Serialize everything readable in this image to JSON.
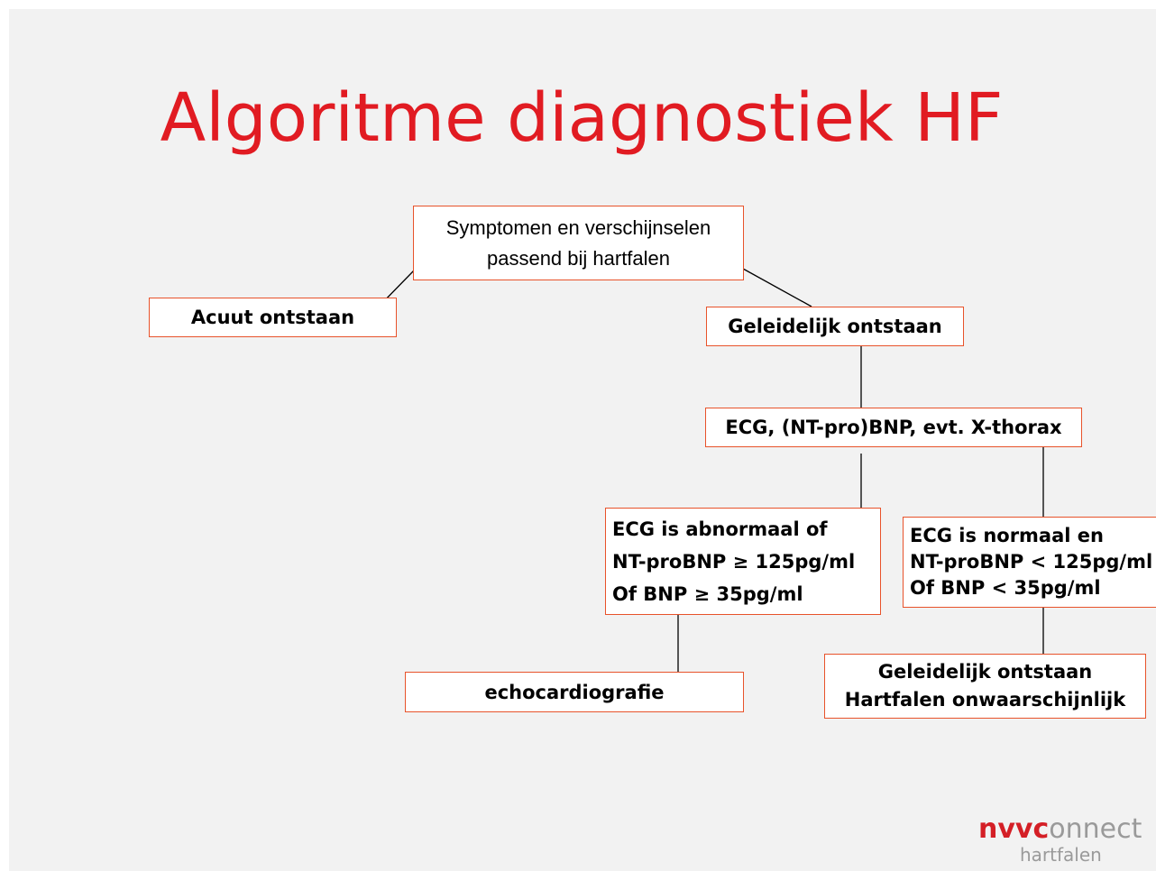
{
  "slide": {
    "title": "Algoritme diagnostiek HF",
    "background": "#f2f2f2",
    "title_color": "#e11b22",
    "box_border_color": "#e8532b"
  },
  "nodes": {
    "symptoms": [
      "Symptomen en verschijnselen",
      "passend bij hartfalen"
    ],
    "acute": "Acuut ontstaan",
    "gradual": "Geleidelijk ontstaan",
    "tests": "ECG, (NT-pro)BNP, evt. X-thorax",
    "abnormal": [
      "ECG is abnormaal of",
      "NT-proBNP ≥ 125pg/ml",
      "Of BNP ≥ 35pg/ml"
    ],
    "normal": [
      "ECG is normaal en",
      "NT-proBNP < 125pg/ml",
      "Of BNP < 35pg/ml"
    ],
    "echo": "echocardiografie",
    "unlikely": [
      "Geleidelijk ontstaan",
      "Hartfalen onwaarschijnlijk"
    ]
  },
  "logo": {
    "brand_red": "nvvc",
    "brand_grey": "onnect",
    "sub": "hartfalen",
    "red": "#d41f26",
    "grey": "#9a9a9a"
  }
}
